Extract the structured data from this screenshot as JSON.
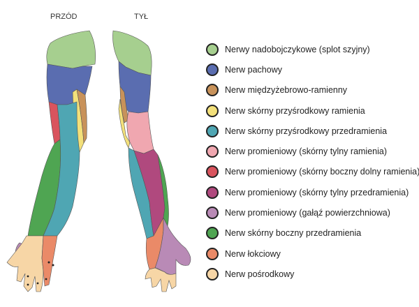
{
  "views": {
    "front": "PRZÓD",
    "back": "TYŁ"
  },
  "legend": [
    {
      "label": "Nerwy nadobojczykowe (splot szyjny)",
      "color": "#a6cf8f"
    },
    {
      "label": "Nerw pachowy",
      "color": "#5a6db0"
    },
    {
      "label": "Nerw międzyżebrowo-ramienny",
      "color": "#c8925a"
    },
    {
      "label": "Nerw skórny przyśrodkowy ramienia",
      "color": "#f3e07a"
    },
    {
      "label": "Nerw skórny przyśrodkowy przedramienia",
      "color": "#4fa6b3"
    },
    {
      "label": "Nerw promieniowy (skórny tylny ramienia)",
      "color": "#f0a7b0"
    },
    {
      "label": "Nerw promieniowy (skórny boczny dolny ramienia)",
      "color": "#d9545e"
    },
    {
      "label": "Nerw promieniowy (skórny tylny przedramienia)",
      "color": "#b0497e"
    },
    {
      "label": "Nerw promieniowy (gałąź powierzchniowa)",
      "color": "#b98ab6"
    },
    {
      "label": "Nerw skórny boczny przedramienia",
      "color": "#4fa552"
    },
    {
      "label": "Nerw łokciowy",
      "color": "#ea8a68"
    },
    {
      "label": "Nerw pośrodkowy",
      "color": "#f7d6a6"
    }
  ]
}
